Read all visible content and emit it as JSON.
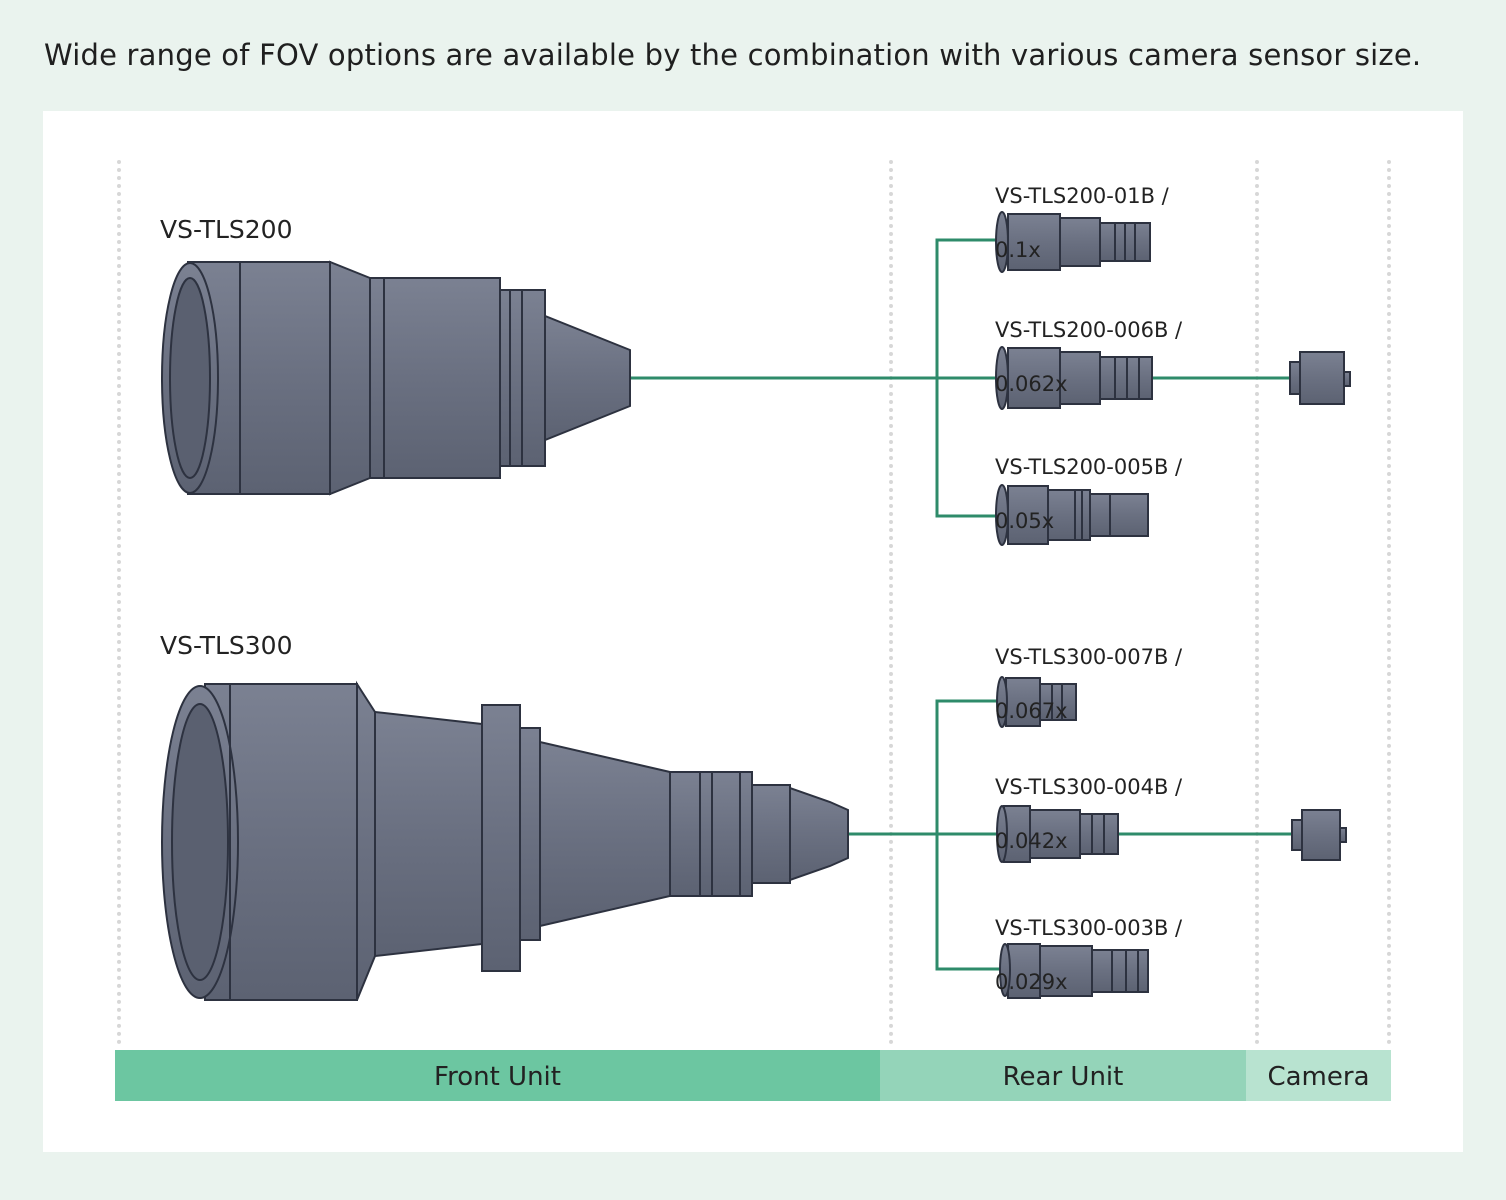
{
  "headline": "Wide range of FOV options are available by the combination with various camera sensor size.",
  "colors": {
    "connector": "#2e8b6a",
    "lens_body": "#6a7081",
    "front_unit_bar": "#6cc6a1",
    "rear_unit_bar": "#94d4b9",
    "camera_bar": "#b8e3d0"
  },
  "front_units": [
    {
      "name": "VS-TLS200"
    },
    {
      "name": "VS-TLS300"
    }
  ],
  "rear_units": [
    {
      "model": "VS-TLS200-01B /",
      "mag": "0.1x"
    },
    {
      "model": "VS-TLS200-006B /",
      "mag": "0.062x"
    },
    {
      "model": "VS-TLS200-005B /",
      "mag": "0.05x"
    },
    {
      "model": "VS-TLS300-007B /",
      "mag": "0.067x"
    },
    {
      "model": "VS-TLS300-004B /",
      "mag": "0.042x"
    },
    {
      "model": "VS-TLS300-003B /",
      "mag": "0.029x"
    }
  ],
  "bars": {
    "front": "Front Unit",
    "rear": "Rear Unit",
    "camera": "Camera"
  }
}
